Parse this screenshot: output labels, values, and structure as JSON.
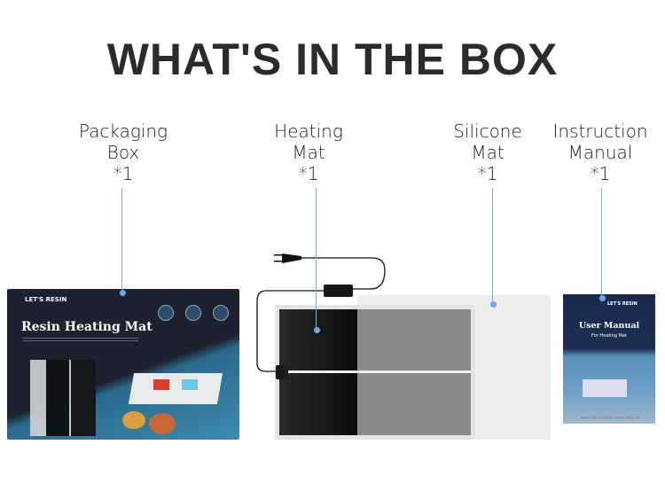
{
  "title": "WHAT'S IN THE BOX",
  "items": [
    {
      "lines": [
        "Packaging",
        "Box",
        "*1"
      ]
    },
    {
      "lines": [
        "Heating",
        "Mat",
        "*1"
      ]
    },
    {
      "lines": [
        "Silicone",
        "Mat",
        "*1"
      ]
    },
    {
      "lines": [
        "Instruction",
        "Manual",
        "*1"
      ]
    }
  ],
  "box": {
    "brand": "LET'S RESIN",
    "name": "Resin Heating Mat"
  },
  "manual": {
    "brand": "LET'S RESIN",
    "title": "User Manual",
    "subtitle": "For Heating Mat",
    "note": "Please read the manual carefully before use"
  },
  "colors": {
    "leader": "#7aaee8",
    "box": "#1e2230",
    "mat": "#111111"
  }
}
